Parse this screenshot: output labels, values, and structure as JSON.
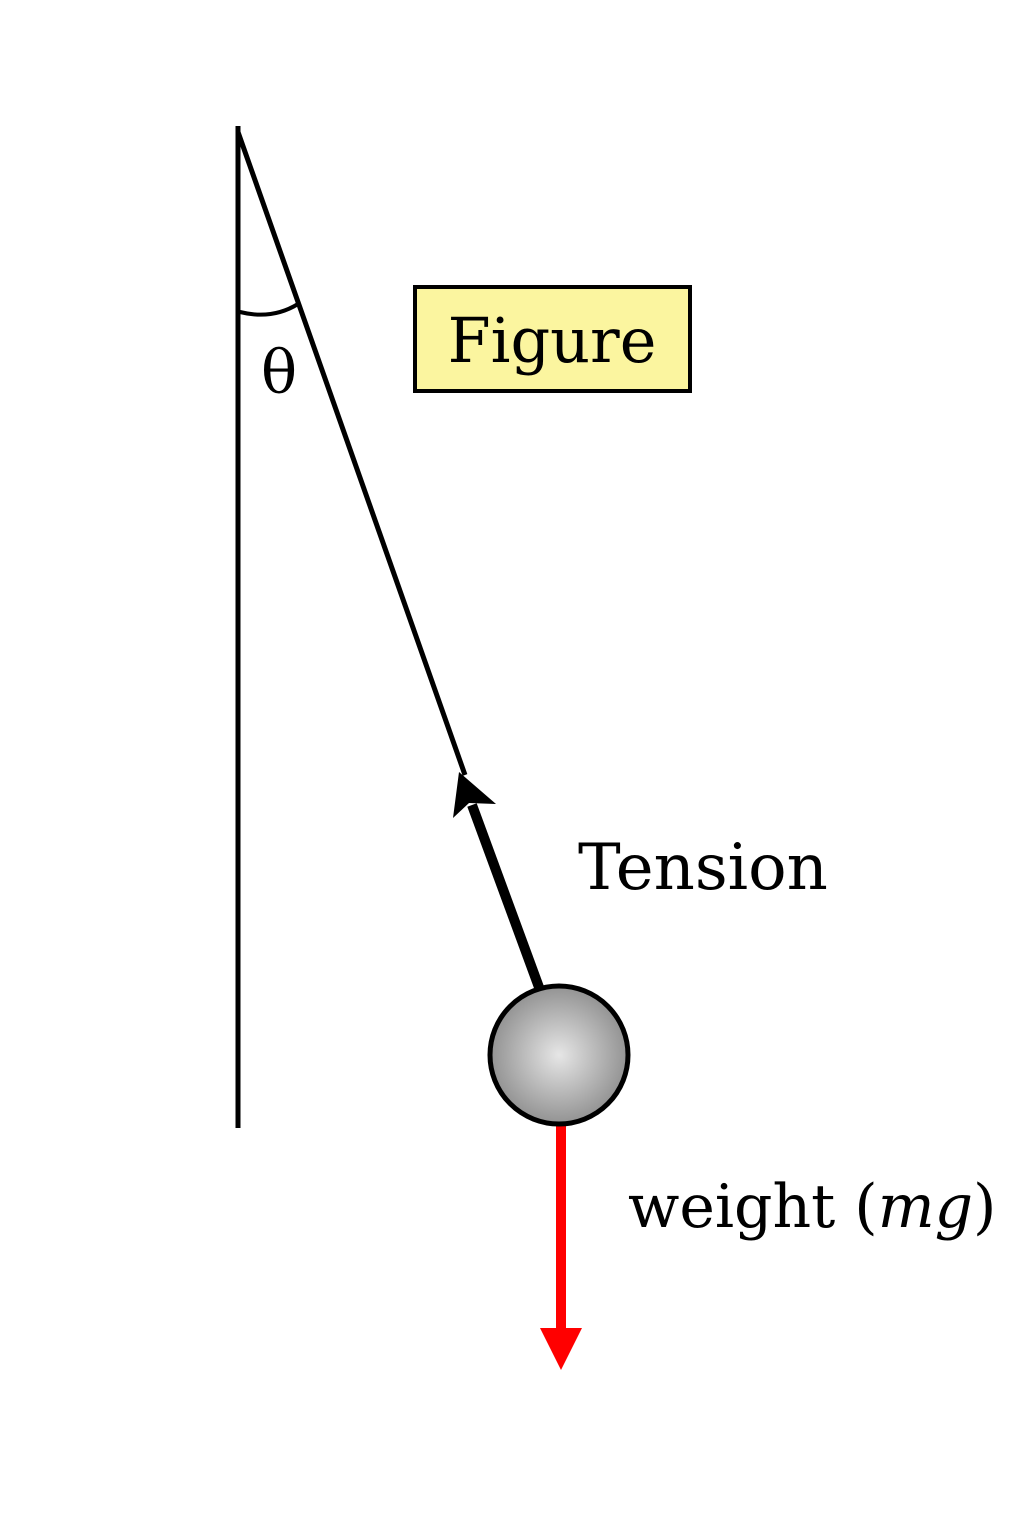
{
  "figure_label": "Figure",
  "angle_label": "θ",
  "tension_label": "Tension",
  "weight_label": {
    "prefix": "weight (",
    "symbol": "mg",
    "suffix": ")"
  },
  "colors": {
    "line": "#000000",
    "weight_arrow": "#ff0000",
    "label_box_fill": "#fbf59f",
    "bob_highlight": "#e6e6e6",
    "bob_shadow": "#8a8a8a"
  }
}
